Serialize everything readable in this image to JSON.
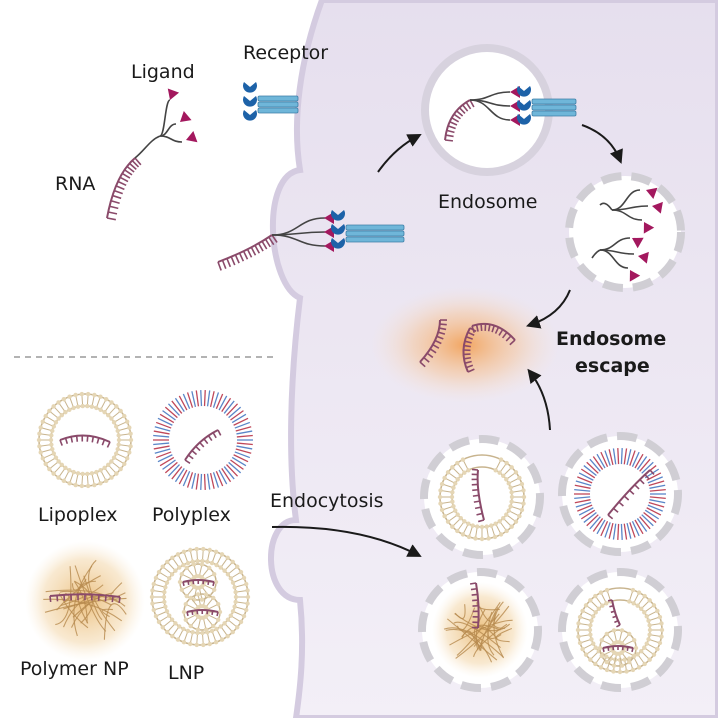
{
  "labels": {
    "ligand": "Ligand",
    "receptor": "Receptor",
    "rna": "RNA",
    "endosome": "Endosome",
    "endosome_escape_1": "Endosome",
    "endosome_escape_2": "escape",
    "endocytosis": "Endocytosis",
    "lipoplex": "Lipoplex",
    "polyplex": "Polyplex",
    "polymer_np": "Polymer NP",
    "lnp": "LNP"
  },
  "colors": {
    "cell_bg": "#ece6f2",
    "cell_membrane": "#cfc6dc",
    "rna": "#8a4a6a",
    "ligand": "#a3185e",
    "receptor_cup": "#1d62a8",
    "receptor_rod": "#6fb6d9",
    "lipid": "#c8b48e",
    "polymer_red": "#c0485a",
    "polymer_blue": "#5a86c8",
    "polymer_np": "#c9a472",
    "escape_glow": "#f2a35a",
    "dashed_vesicle": "#d2d0d6"
  }
}
